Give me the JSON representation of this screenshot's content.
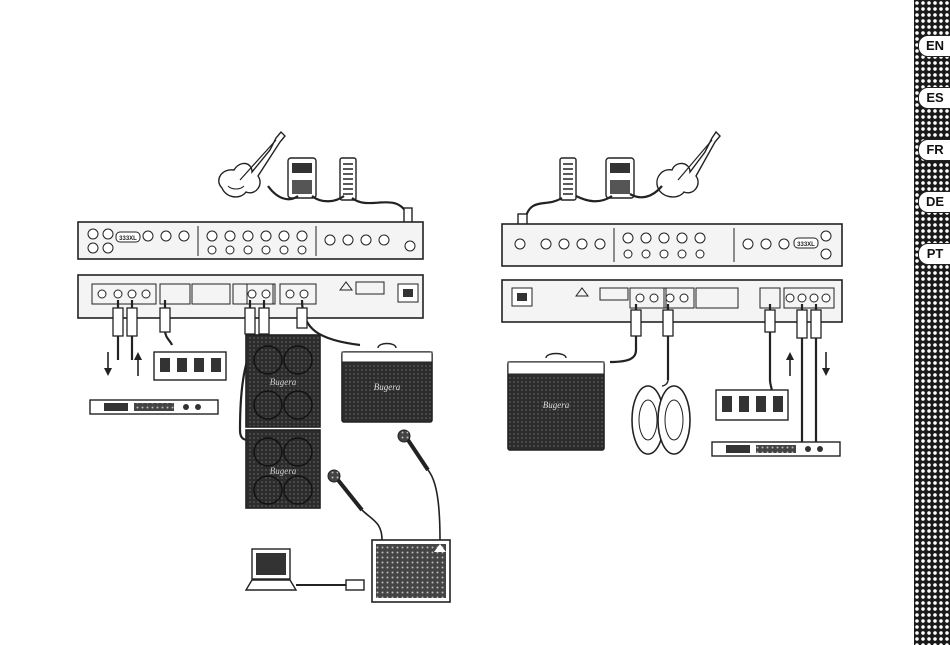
{
  "language_tabs": [
    {
      "code": "EN"
    },
    {
      "code": "ES"
    },
    {
      "code": "FR"
    },
    {
      "code": "DE"
    },
    {
      "code": "PT"
    }
  ],
  "equipment": {
    "amp_brand": "Bugera",
    "head_badge": "333XL"
  },
  "colors": {
    "line": "#222222",
    "panel_fill": "#f4f4f4",
    "cab_fill": "#2a2a2a",
    "strip": "#1a1a1a"
  }
}
